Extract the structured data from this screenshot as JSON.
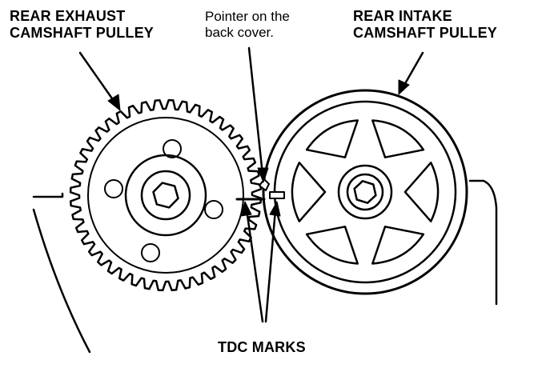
{
  "labels": {
    "exhaust_pulley": [
      "REAR EXHAUST",
      "CAMSHAFT PULLEY"
    ],
    "pointer": [
      "Pointer on the",
      "back cover."
    ],
    "intake_pulley": [
      "REAR INTAKE",
      "CAMSHAFT PULLEY"
    ],
    "tdc": "TDC MARKS"
  },
  "colors": {
    "ink": "#000000",
    "paper": "#ffffff"
  }
}
